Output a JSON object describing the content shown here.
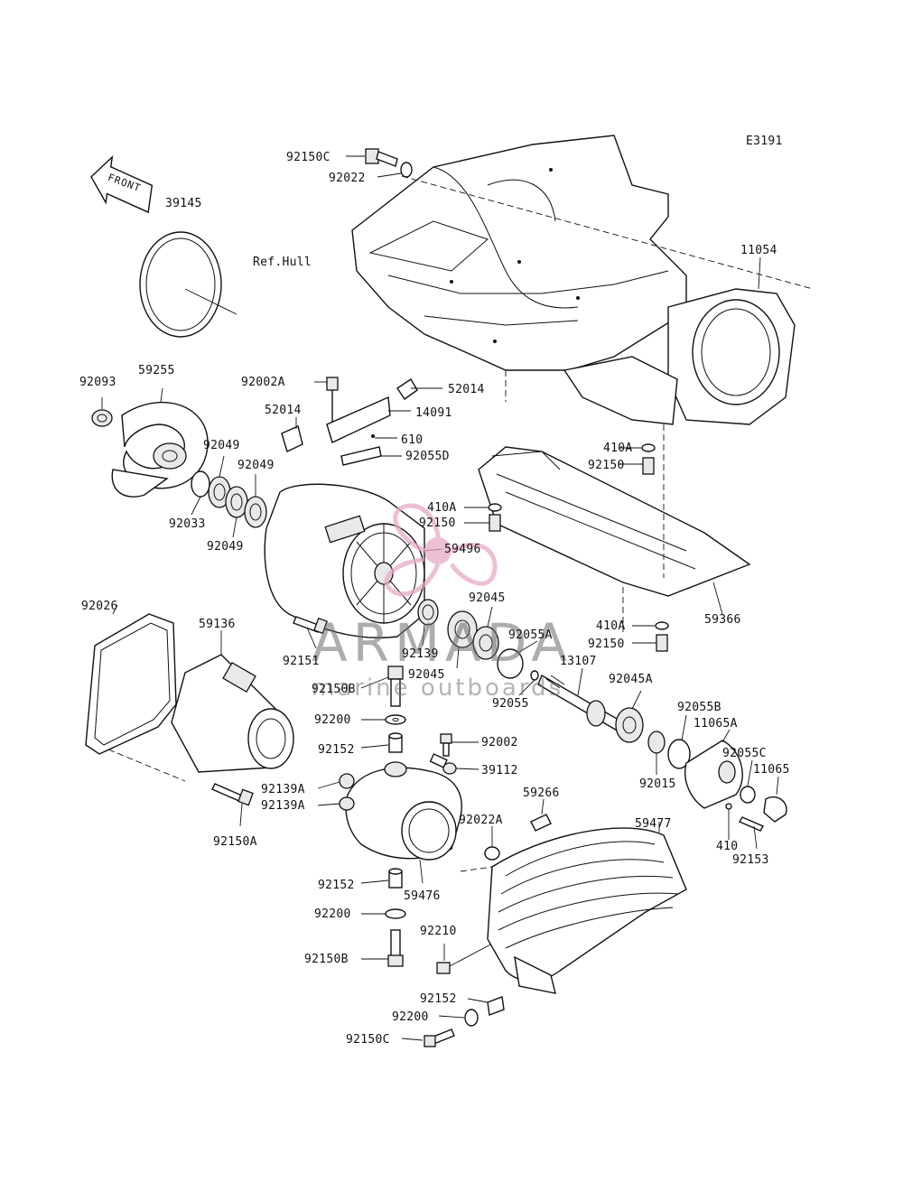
{
  "diagram_code": "E3191",
  "front_label": "FRONT",
  "hull_label": "Ref.Hull",
  "watermark": {
    "brand": "ARMADA",
    "tagline": "marine outboards",
    "logo_color": "#e7a9c6"
  },
  "part_labels": {
    "p92150C_top": "92150C",
    "p92022_top": "92022",
    "p39145": "39145",
    "p11054": "11054",
    "p92093": "92093",
    "p59255": "59255",
    "p92002A": "92002A",
    "p52014_right": "52014",
    "p52014_left": "52014",
    "p14091": "14091",
    "p610": "610",
    "p92055D": "92055D",
    "p92049_a": "92049",
    "p92049_b": "92049",
    "p92049_c": "92049",
    "p92033": "92033",
    "p410A_a": "410A",
    "p92150_a": "92150",
    "p410A_b": "410A",
    "p92150_b": "92150",
    "p59496": "59496",
    "p92045_a": "92045",
    "p92026": "92026",
    "p59136": "59136",
    "p59366": "59366",
    "p410A_c": "410A",
    "p92150_c": "92150",
    "p92151": "92151",
    "p92139": "92139",
    "p92055A": "92055A",
    "p92045_b": "92045",
    "p13107": "13107",
    "p92150B_a": "92150B",
    "p92055": "92055",
    "p92045A": "92045A",
    "p92055B": "92055B",
    "p11065A": "11065A",
    "p92200_a": "92200",
    "p92152_a": "92152",
    "p92002": "92002",
    "p92055C": "92055C",
    "p11065": "11065",
    "p39112": "39112",
    "p92015": "92015",
    "p92139A_a": "92139A",
    "p92139A_b": "92139A",
    "p59266": "59266",
    "p92150A": "92150A",
    "p92022A": "92022A",
    "p59477": "59477",
    "p410": "410",
    "p92153": "92153",
    "p92152_b": "92152",
    "p59476": "59476",
    "p92200_b": "92200",
    "p92210": "92210",
    "p92150B_b": "92150B",
    "p92152_c": "92152",
    "p92200_c": "92200",
    "p92150C_bottom": "92150C"
  }
}
